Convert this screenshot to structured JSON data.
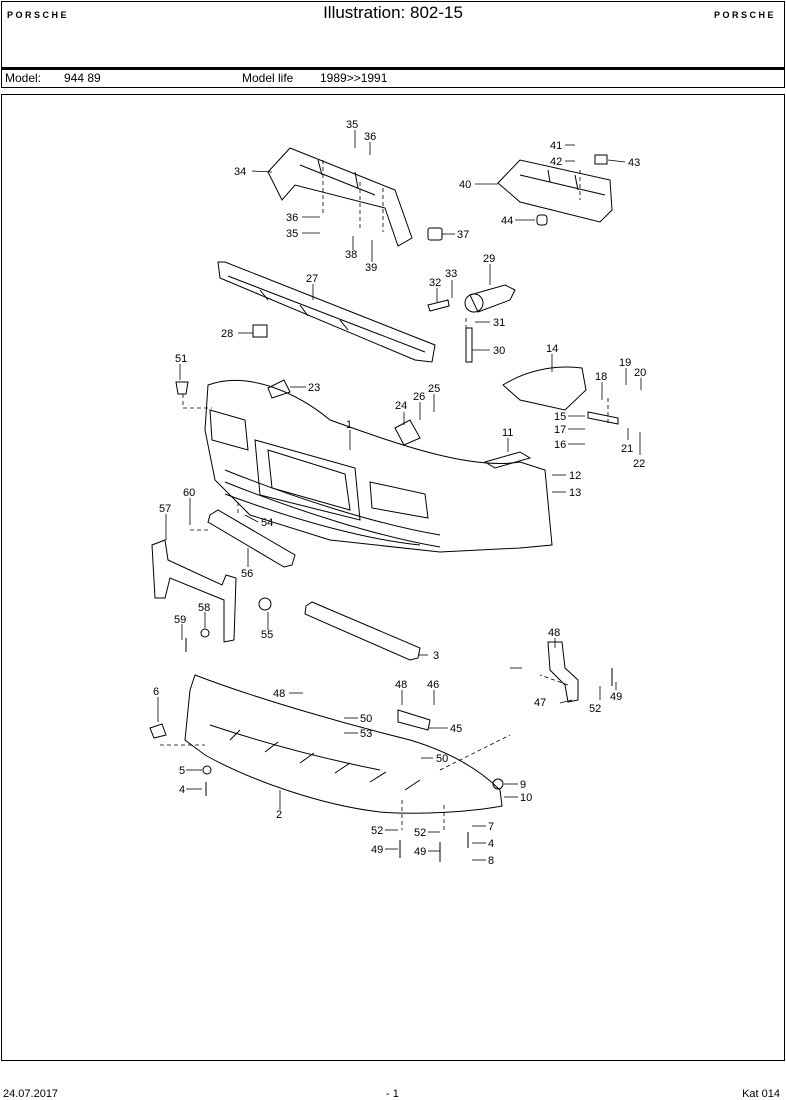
{
  "header": {
    "brand_left": "PORSCHE",
    "brand_right": "PORSCHE",
    "title": "Illustration: 802-15"
  },
  "model_bar": {
    "model_label": "Model:",
    "model_value": "944 89",
    "life_label": "Model life",
    "life_value": "1989>>1991"
  },
  "diagram": {
    "callouts": [
      "35",
      "36",
      "34",
      "36",
      "35",
      "38",
      "39",
      "37",
      "41",
      "42",
      "43",
      "40",
      "44",
      "27",
      "29",
      "33",
      "32",
      "31",
      "30",
      "28",
      "51",
      "23",
      "14",
      "19",
      "20",
      "18",
      "25",
      "26",
      "24",
      "1",
      "15",
      "17",
      "21",
      "16",
      "22",
      "11",
      "12",
      "13",
      "60",
      "57",
      "54",
      "56",
      "55",
      "58",
      "59",
      "3",
      "48",
      "6",
      "48",
      "50",
      "53",
      "48",
      "46",
      "45",
      "47",
      "52",
      "49",
      "5",
      "4",
      "2",
      "50",
      "9",
      "10",
      "52",
      "7",
      "52",
      "4",
      "49",
      "49",
      "8"
    ]
  },
  "footer": {
    "date": "24.07.2017",
    "page": "- 1",
    "catalog": "Kat 014"
  }
}
